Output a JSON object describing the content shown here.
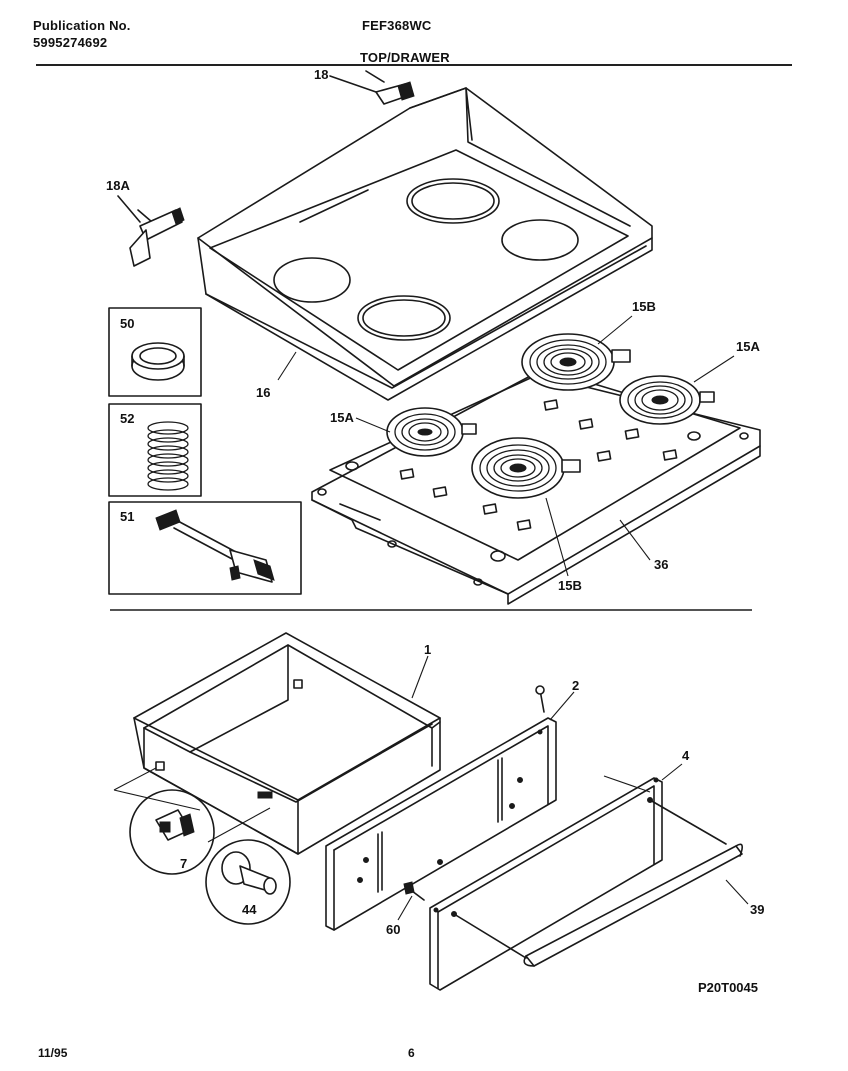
{
  "header": {
    "publication_label": "Publication No.",
    "publication_number": "5995274692",
    "model": "FEF368WC",
    "section_title": "TOP/DRAWER"
  },
  "callouts": {
    "p18": "18",
    "p18a": "18A",
    "p16": "16",
    "p50": "50",
    "p52": "52",
    "p51": "51",
    "p15b_top": "15B",
    "p15a_right": "15A",
    "p15a_left": "15A",
    "p15b_bottom": "15B",
    "p36": "36",
    "p1": "1",
    "p2": "2",
    "p4": "4",
    "p7": "7",
    "p44": "44",
    "p60": "60",
    "p39": "39"
  },
  "footer": {
    "diagram_code": "P20T0045",
    "date": "11/95",
    "page_number": "6"
  }
}
